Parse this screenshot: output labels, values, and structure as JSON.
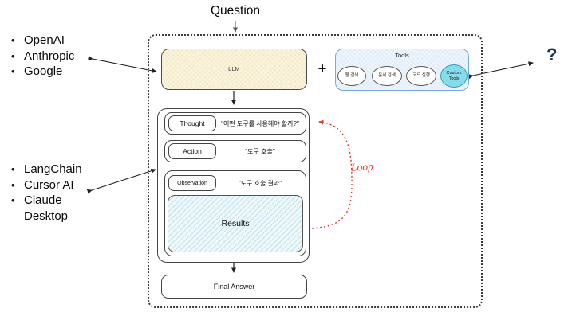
{
  "diagram": {
    "question_label": "Question",
    "llm": {
      "label": "LLM"
    },
    "plus_sign": "+",
    "tools": {
      "title": "Tools",
      "items": [
        {
          "label": "웹 검색"
        },
        {
          "label": "문서 검색"
        },
        {
          "label": "코드 실행"
        },
        {
          "label": "Custom Tools"
        }
      ]
    },
    "react_loop": {
      "rows": [
        {
          "label": "Thought",
          "value": "\"어떤 도구를 사용해야 할까?\""
        },
        {
          "label": "Action",
          "value": "\"도구 호출\""
        },
        {
          "label": "Observation",
          "value": "\"도구 호출 결과\""
        }
      ],
      "results_label": "Results",
      "loop_label": "Loop"
    },
    "final_answer_label": "Final Answer",
    "question_mark": "?"
  },
  "annotations": {
    "llm_providers": [
      "OpenAI",
      "Anthropic",
      "Google"
    ],
    "agent_frameworks": [
      "LangChain",
      "Cursor AI",
      "Claude Desktop"
    ]
  },
  "colors": {
    "llm_fill": "#fbf4dc",
    "tools_fill": "#edf5fc",
    "tools_border": "#74abdb",
    "custom_tool_fill": "#84dde8",
    "results_fill": "#eef8fb",
    "loop_red": "#e8392b",
    "question_mark_color": "#1d3357"
  }
}
